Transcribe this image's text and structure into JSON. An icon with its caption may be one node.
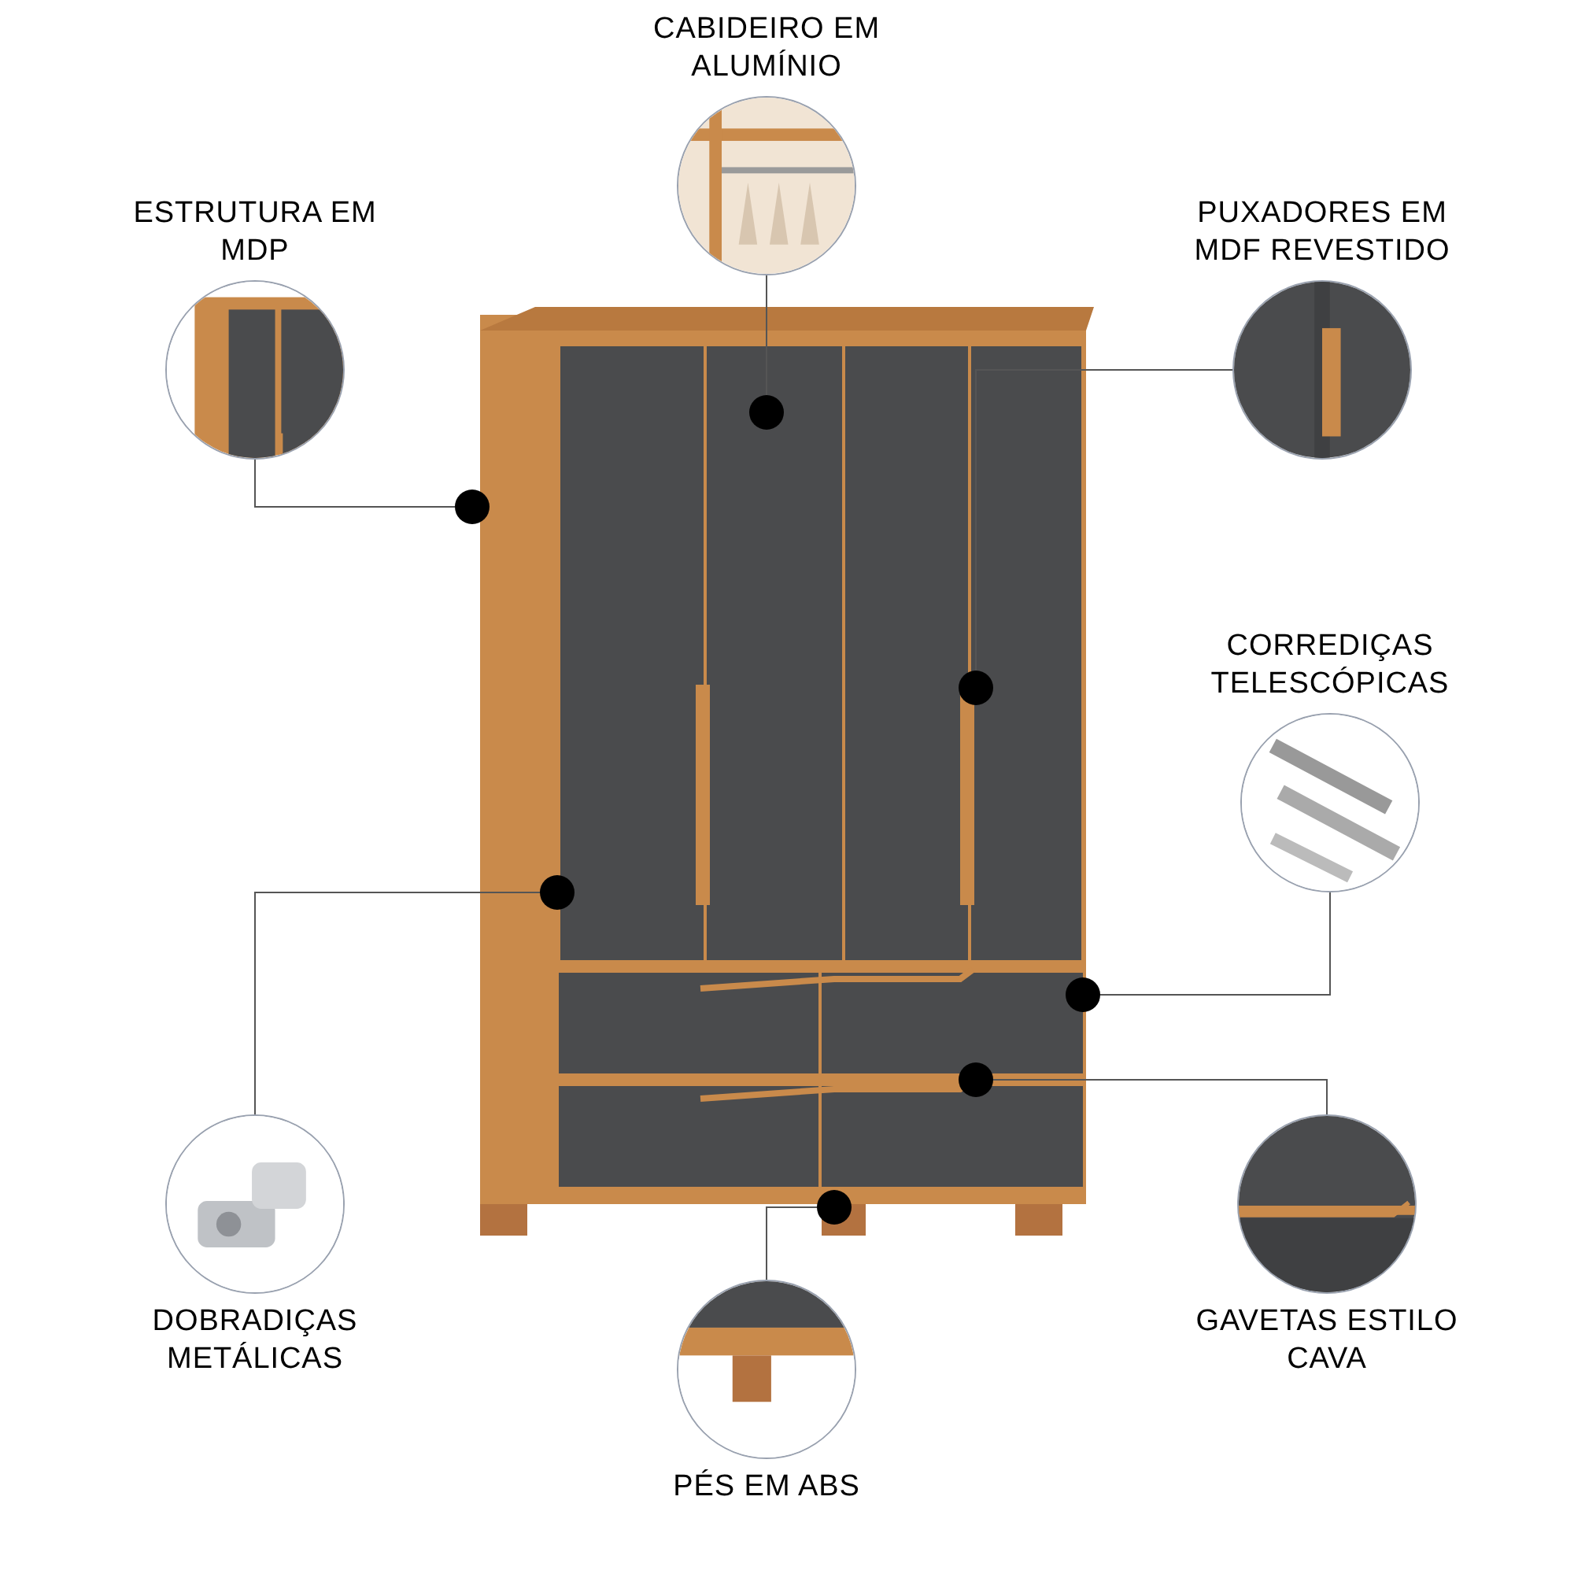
{
  "diagram": {
    "nodes": [
      {
        "text": [],
        "shape": "picture"
      },
      {
        "text": [
          "CABIDEIRO EM ALUMÍNIO"
        ]
      },
      {
        "text": [
          "ESTRUTURA EM MDP"
        ]
      },
      {
        "text": [
          "PUXADORES EM MDF REVESTIDO"
        ]
      },
      {
        "text": [
          "CORREDIÇAS TELESCÓPICAS"
        ]
      },
      {
        "text": [
          "DOBRADIÇAS METÁLICAS"
        ]
      },
      {
        "text": [
          "GAVETAS ESTILO CAVA"
        ]
      },
      {
        "text": [
          "PÉS EM ABS"
        ]
      },
      {
        "text": [],
        "shape": "circle",
        "in": 0
      },
      {
        "text": [],
        "shape": "circle"
      },
      {
        "text": [],
        "shape": "circle",
        "in": 0
      },
      {
        "text": [],
        "shape": "circle",
        "in": 0
      },
      {
        "text": [],
        "shape": "circle",
        "in": 0
      },
      {
        "text": [],
        "shape": "circle",
        "in": 0
      },
      {
        "text": [],
        "shape": "circle"
      }
    ],
    "edges": [
      {
        "from": 1,
        "to": 8,
        "arrow": "none"
      },
      {
        "from": 2,
        "to": 9,
        "arrow": "none"
      },
      {
        "from": 3,
        "to": 10,
        "arrow": "none"
      },
      {
        "from": 4,
        "to": 11,
        "arrow": "none"
      },
      {
        "from": 5,
        "to": 12,
        "arrow": "none"
      },
      {
        "from": 6,
        "to": 13,
        "arrow": "none"
      },
      {
        "from": 7,
        "to": 14,
        "arrow": "none"
      }
    ]
  }
}
